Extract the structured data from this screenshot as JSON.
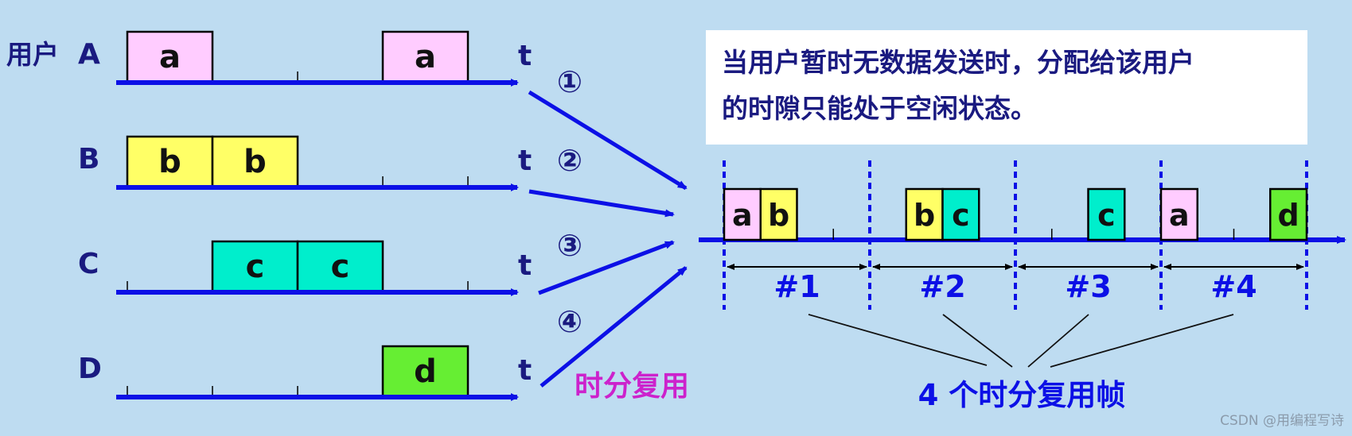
{
  "users": [
    {
      "label": "A",
      "prefix": "用户",
      "slots": [
        "a",
        "",
        "",
        "a"
      ],
      "axis_label": "t"
    },
    {
      "label": "B",
      "prefix": "",
      "slots": [
        "b",
        "b",
        "",
        ""
      ],
      "axis_label": "t"
    },
    {
      "label": "C",
      "prefix": "",
      "slots": [
        "",
        "c",
        "c",
        ""
      ],
      "axis_label": "t"
    },
    {
      "label": "D",
      "prefix": "",
      "slots": [
        "",
        "",
        "",
        "d"
      ],
      "axis_label": "t"
    }
  ],
  "arrow_numbers": [
    "①",
    "②",
    "③",
    "④"
  ],
  "tdm_label": "时分复用",
  "note": {
    "line1": "当用户暂时无数据发送时，分配给该用户",
    "line2": "的时隙只能处于空闲状态。"
  },
  "frames": [
    {
      "label": "#1",
      "slots": [
        "a",
        "b",
        "",
        ""
      ]
    },
    {
      "label": "#2",
      "slots": [
        "",
        "b",
        "c",
        ""
      ]
    },
    {
      "label": "#3",
      "slots": [
        "",
        "",
        "c",
        ""
      ]
    },
    {
      "label": "#4",
      "slots": [
        "a",
        "",
        "",
        "d"
      ]
    }
  ],
  "frames_caption": "4 个时分复用帧",
  "watermark": "CSDN @用编程写诗",
  "colors": {
    "a": "#ffccff",
    "b": "#ffff66",
    "c": "#00eecc",
    "d": "#66ee33",
    "axis": "#0c10e6",
    "label": "#1a1a80",
    "tdm": "#cc22cc"
  }
}
